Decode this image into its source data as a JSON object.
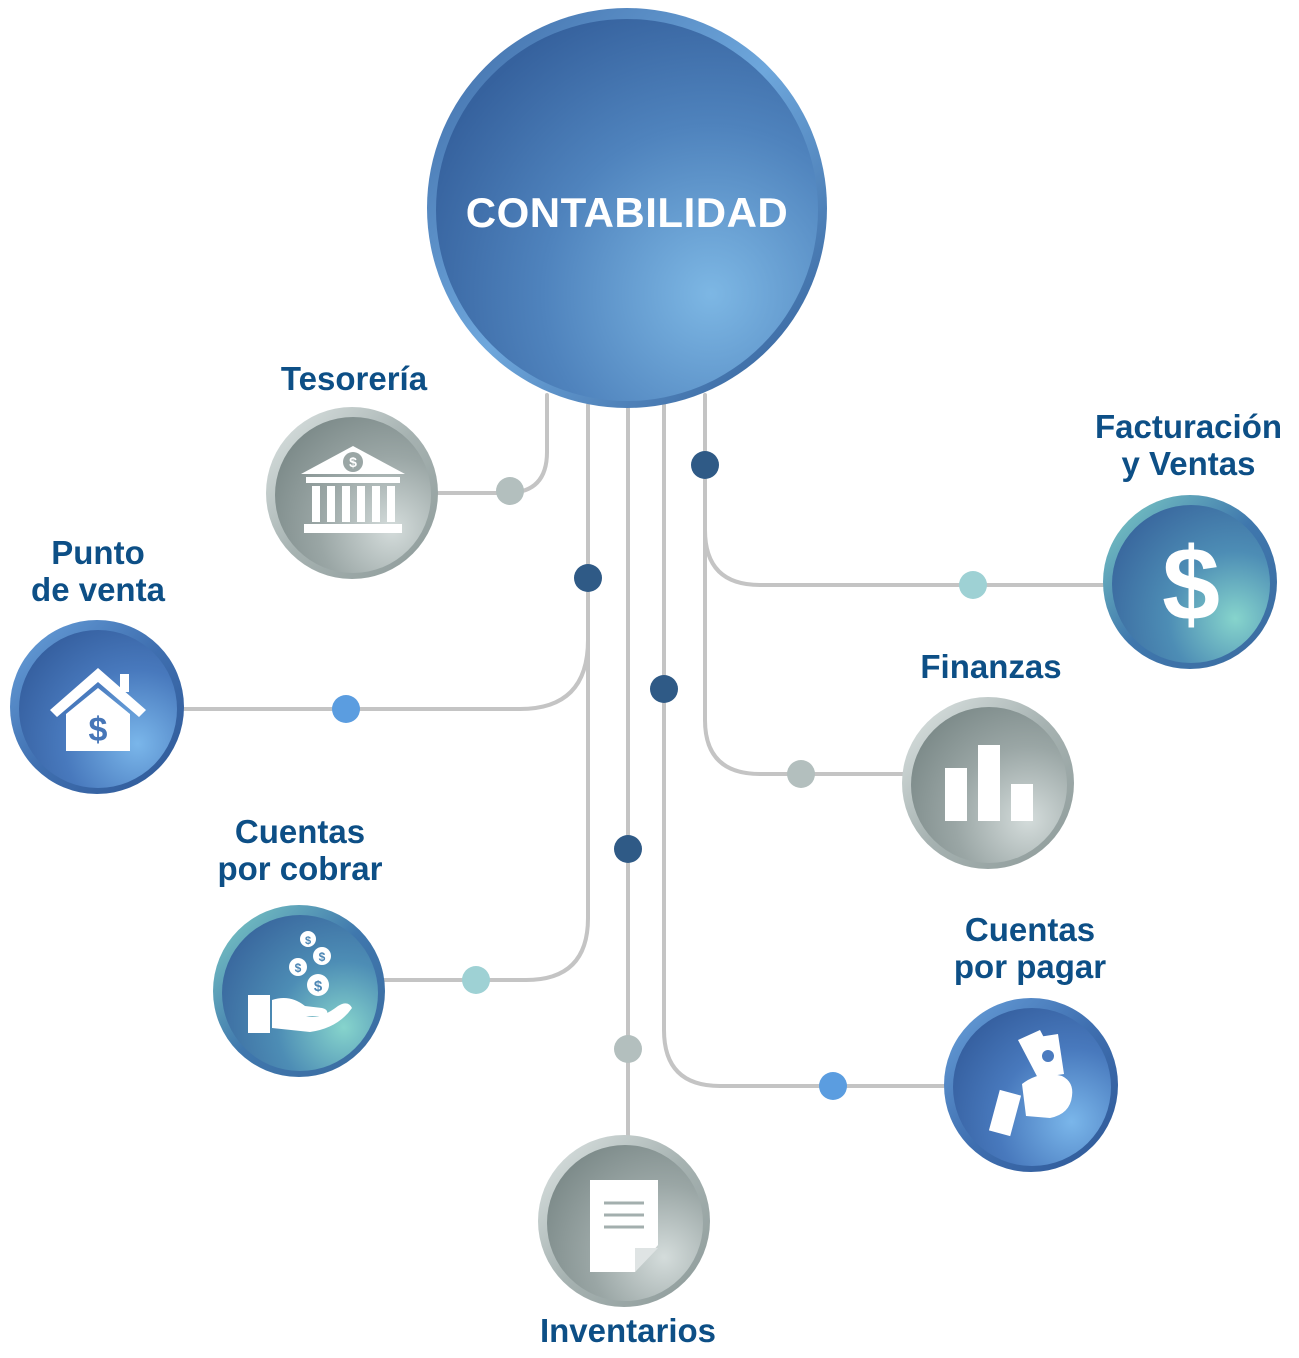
{
  "hub": {
    "title": "CONTABILIDAD"
  },
  "modules": {
    "tesoreria": {
      "label": "Tesorería",
      "icon": "bank-dollar-icon"
    },
    "punto_de_venta": {
      "line1": "Punto",
      "line2": "de venta",
      "icon": "house-dollar-icon"
    },
    "cuentas_por_cobrar": {
      "line1": "Cuentas",
      "line2": "por cobrar",
      "icon": "hand-receiving-coins-icon"
    },
    "inventarios": {
      "label": "Inventarios",
      "icon": "document-icon"
    },
    "facturacion": {
      "line1": "Facturación",
      "line2": "y Ventas",
      "icon": "dollar-sign-icon"
    },
    "finanzas": {
      "label": "Finanzas",
      "icon": "bar-chart-icon"
    },
    "cuentas_por_pagar": {
      "line1": "Cuentas",
      "line2": "por pagar",
      "icon": "hand-paying-cash-icon"
    }
  },
  "colors": {
    "label_text": "#0d4f86",
    "connector_line": "#c4c4c4",
    "dot_dark": "#2f5a86",
    "dot_gray": "#b3bfbe",
    "dot_blue": "#5b9de0",
    "dot_teal": "#9ed1d4"
  }
}
